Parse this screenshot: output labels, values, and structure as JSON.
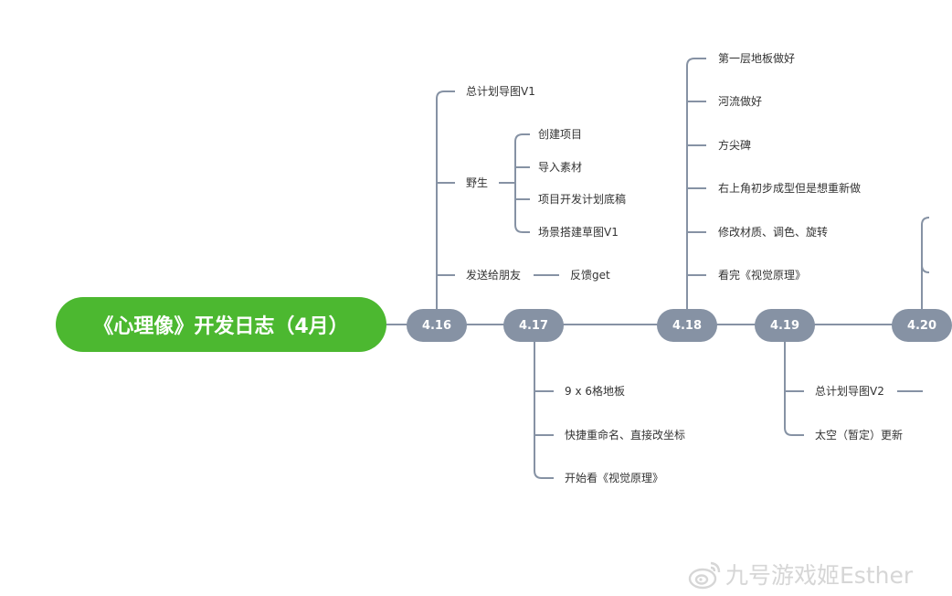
{
  "root": {
    "title": "《心理像》开发日志（4月）"
  },
  "dates": [
    "4.16",
    "4.17",
    "4.18",
    "4.19",
    "4.20"
  ],
  "d416": {
    "item1": "总计划导图V1",
    "wild": "野生",
    "wild_children": [
      "创建项目",
      "导入素材",
      "项目开发计划底稿",
      "场景搭建草图V1"
    ],
    "send": "发送给朋友",
    "feedback": "反馈get"
  },
  "d417": [
    "9 x 6格地板",
    "快捷重命名、直接改坐标",
    "开始看《视觉原理》"
  ],
  "d418": [
    "第一层地板做好",
    "河流做好",
    "方尖碑",
    "右上角初步成型但是想重新做",
    "修改材质、调色、旋转",
    "看完《视觉原理》"
  ],
  "d419": [
    "总计划导图V2",
    "太空（暂定）更新"
  ],
  "watermark": {
    "text": "九号游戏姬Esther"
  },
  "colors": {
    "root": "#4cb830",
    "date_node": "#8692a4",
    "line": "#8692a4"
  }
}
